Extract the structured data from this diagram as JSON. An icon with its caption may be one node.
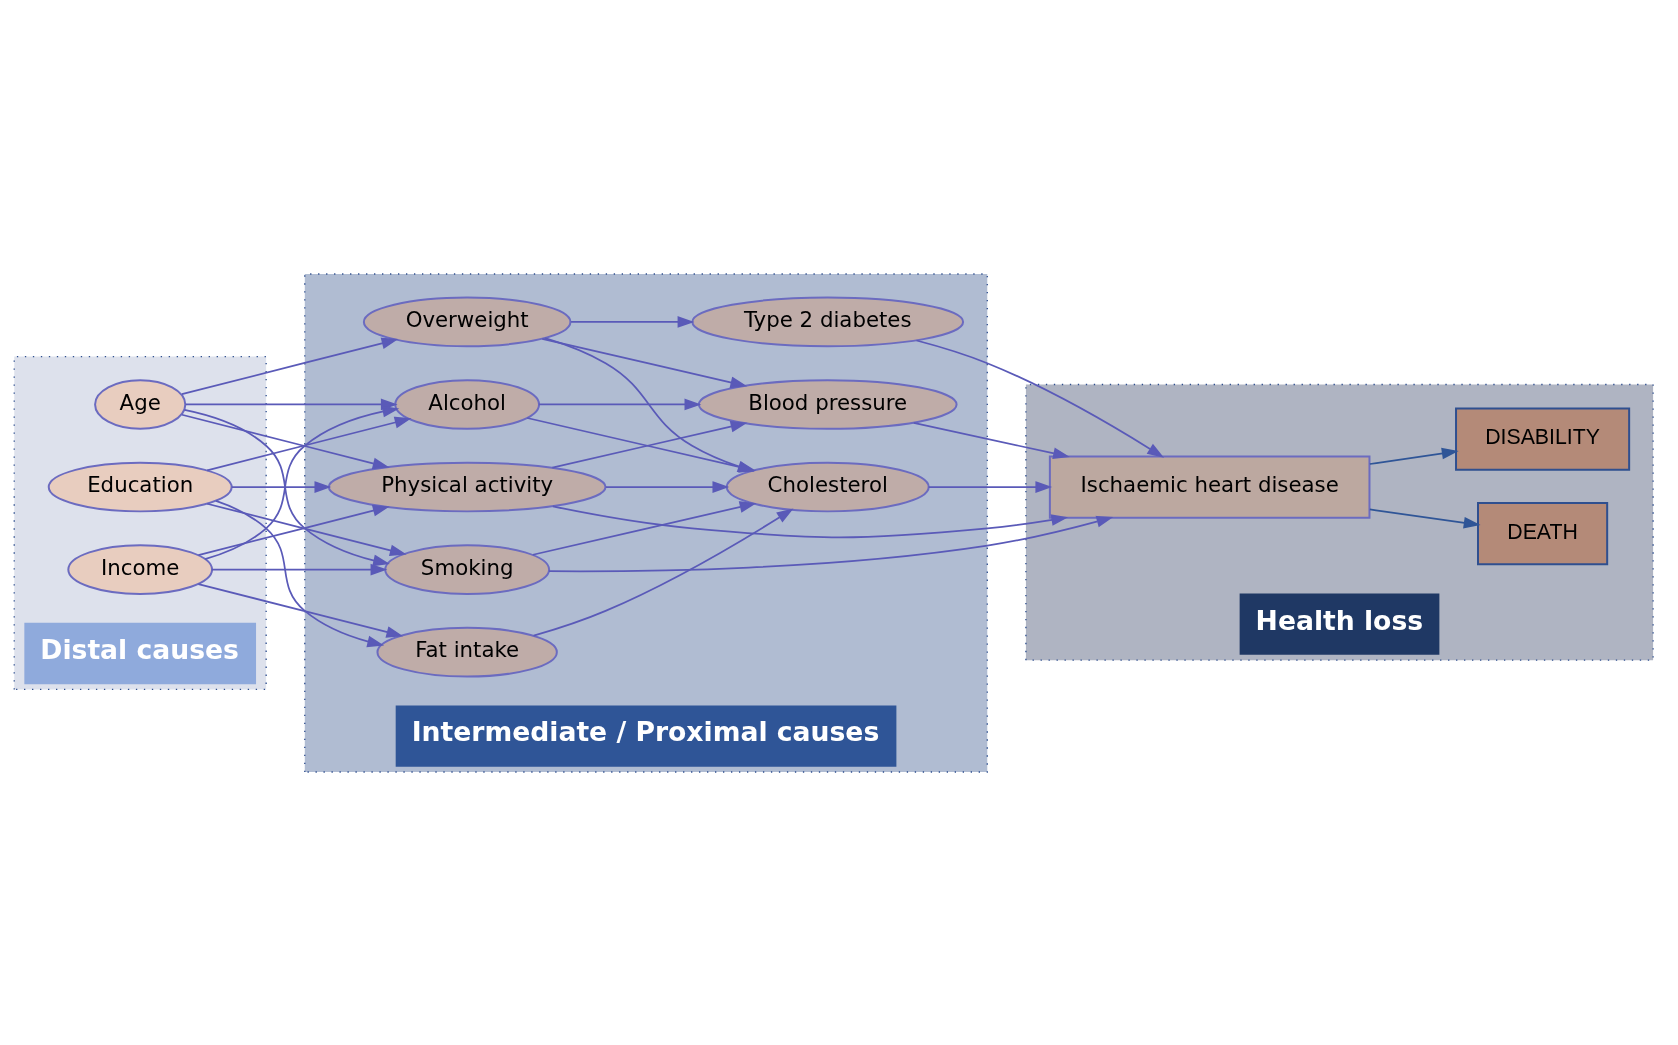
{
  "diagram": {
    "nodes": [
      {
        "text": [
          "Distal causes"
        ]
      },
      {
        "text": [
          "Age"
        ],
        "in": 0
      },
      {
        "text": [
          "Education"
        ],
        "in": 0
      },
      {
        "text": [
          "Income"
        ],
        "in": 0
      },
      {
        "text": [
          "Intermediate / Proximal causes"
        ]
      },
      {
        "text": [
          "Physical activity"
        ],
        "in": 4
      },
      {
        "text": [
          "Fat intake"
        ],
        "in": 4
      },
      {
        "text": [
          "Overweight"
        ],
        "in": 4
      },
      {
        "text": [
          "Alcohol"
        ],
        "in": 4
      },
      {
        "text": [
          "Smoking"
        ],
        "in": 4
      },
      {
        "text": [
          "Type 2 diabetes"
        ],
        "in": 4
      },
      {
        "text": [
          "Cholesterol"
        ],
        "in": 4
      },
      {
        "text": [
          "Blood pressure"
        ],
        "in": 4
      },
      {
        "text": [
          "Health loss"
        ]
      },
      {
        "text": [
          "Ischaemic heart disease"
        ],
        "in": 13
      },
      {
        "text": [
          "DEATH"
        ],
        "in": 13
      },
      {
        "text": [
          "DISABILITY"
        ],
        "in": 13
      }
    ],
    "edges": [
      {
        "from": 1,
        "to": 5,
        "arrow": "to"
      },
      {
        "from": 1,
        "to": 7,
        "arrow": "to"
      },
      {
        "from": 1,
        "to": 8,
        "arrow": "to"
      },
      {
        "from": 1,
        "to": 9,
        "arrow": "to"
      },
      {
        "from": 2,
        "to": 5,
        "arrow": "to"
      },
      {
        "from": 2,
        "to": 6,
        "arrow": "to"
      },
      {
        "from": 2,
        "to": 8,
        "arrow": "to"
      },
      {
        "from": 2,
        "to": 9,
        "arrow": "to"
      },
      {
        "from": 3,
        "to": 5,
        "arrow": "to"
      },
      {
        "from": 3,
        "to": 6,
        "arrow": "to"
      },
      {
        "from": 3,
        "to": 8,
        "arrow": "to"
      },
      {
        "from": 3,
        "to": 9,
        "arrow": "to"
      },
      {
        "from": 5,
        "to": 14,
        "arrow": "to"
      },
      {
        "from": 5,
        "to": 11,
        "arrow": "to"
      },
      {
        "from": 5,
        "to": 12,
        "arrow": "to"
      },
      {
        "from": 6,
        "to": 11,
        "arrow": "to"
      },
      {
        "from": 7,
        "to": 10,
        "arrow": "to"
      },
      {
        "from": 7,
        "to": 11,
        "arrow": "to"
      },
      {
        "from": 7,
        "to": 12,
        "arrow": "to"
      },
      {
        "from": 8,
        "to": 11,
        "arrow": "to"
      },
      {
        "from": 8,
        "to": 12,
        "arrow": "to"
      },
      {
        "from": 9,
        "to": 11,
        "arrow": "to"
      },
      {
        "from": 9,
        "to": 14,
        "arrow": "to"
      },
      {
        "from": 10,
        "to": 14,
        "arrow": "to"
      },
      {
        "from": 11,
        "to": 14,
        "arrow": "to"
      },
      {
        "from": 12,
        "to": 14,
        "arrow": "to"
      },
      {
        "from": 14,
        "to": 15,
        "arrow": "to",
        "color": "#2f5597"
      },
      {
        "from": 14,
        "to": 16,
        "arrow": "to",
        "color": "#2f5597"
      }
    ]
  }
}
